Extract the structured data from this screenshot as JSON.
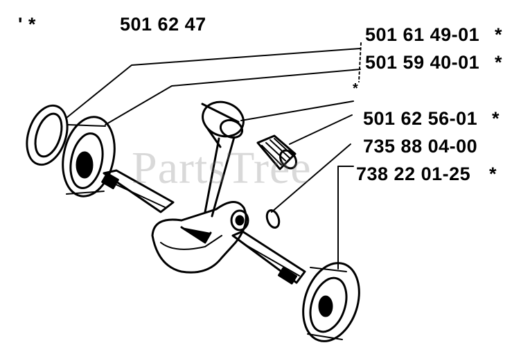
{
  "header": {
    "left_mark": "' *",
    "kit_number": "501 62 47"
  },
  "parts": [
    {
      "number": "501 61 49-01",
      "star": "*"
    },
    {
      "number": "501 59 40-01",
      "star": "*"
    },
    {
      "number": "501 62 56-01",
      "star": "*"
    },
    {
      "number": "735 88 04-00",
      "star": ""
    },
    {
      "number": "738 22 01-25",
      "star": "*"
    }
  ],
  "bracket_star": "*",
  "watermark": "PartsTree",
  "colors": {
    "ink": "#000000",
    "paper": "#ffffff",
    "watermark": "#9a9a9a"
  }
}
